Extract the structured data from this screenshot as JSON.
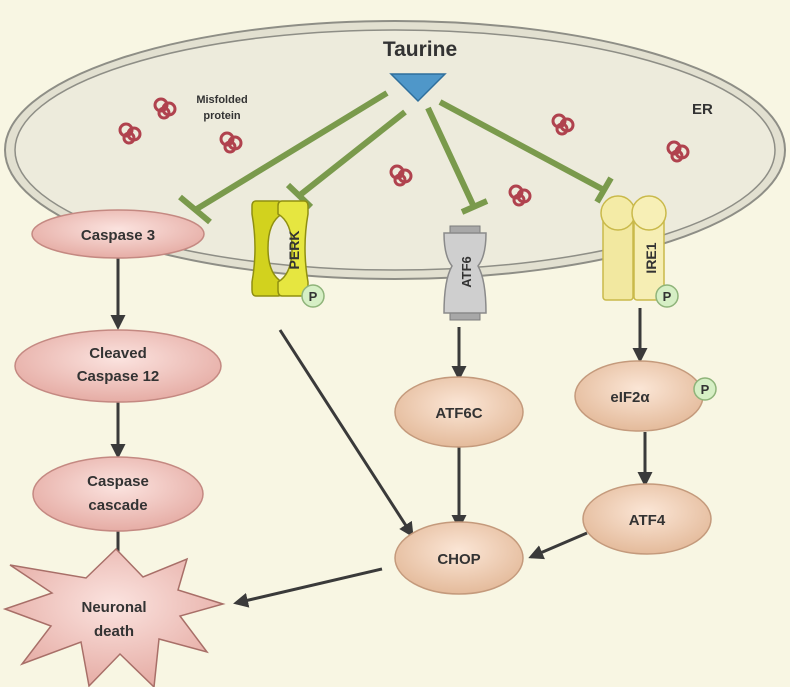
{
  "diagram": {
    "compartment_label": "ER",
    "ligand": {
      "label": "Taurine"
    },
    "misfolded_label": [
      "Misfolded",
      "protein"
    ],
    "receptors": [
      {
        "id": "perk",
        "label": "PERK",
        "phospho": "P"
      },
      {
        "id": "atf6",
        "label": "ATF6"
      },
      {
        "id": "ire1",
        "label": "IRE1",
        "phospho": "P"
      }
    ],
    "nodes": {
      "caspase3": [
        "Caspase 3"
      ],
      "cleaved_caspase12": [
        "Cleaved",
        "Caspase 12"
      ],
      "caspase_cascade": [
        "Caspase",
        "cascade"
      ],
      "neuronal_death": [
        "Neuronal",
        "death"
      ],
      "atf6c": [
        "ATF6C"
      ],
      "eif2a": [
        "eIF2α"
      ],
      "eif2a_phospho": "P",
      "atf4": [
        "ATF4"
      ],
      "chop": [
        "CHOP"
      ]
    },
    "colors": {
      "background": "#f8f6e3",
      "er_fill": "#edebdc",
      "er_stroke": "#8e8e86",
      "inhibition": "#7a9a4c",
      "arrow": "#3a3a3a",
      "caspase_node": "#ecb9b3",
      "pathway_node": "#ecc8af",
      "misfolded": "#b0424e",
      "taurine": "#4f97c9",
      "perk": "#dede2a",
      "atf6": "#c9c9c9",
      "ire1": "#f4eba6",
      "phospho": "#d6efc5"
    }
  }
}
